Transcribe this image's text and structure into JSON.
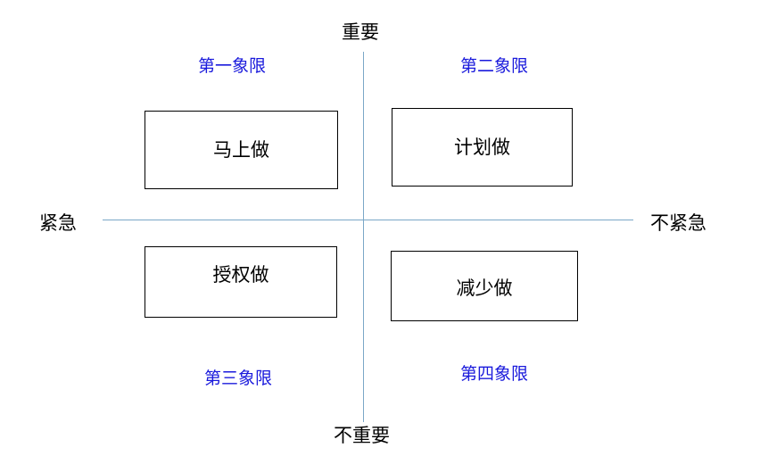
{
  "axes": {
    "top": "重要",
    "bottom": "不重要",
    "left": "紧急",
    "right": "不紧急"
  },
  "quadrants": {
    "q1": {
      "label": "第一象限",
      "action": "马上做"
    },
    "q2": {
      "label": "第二象限",
      "action": "计划做"
    },
    "q3": {
      "label": "第三象限",
      "action": "授权做"
    },
    "q4": {
      "label": "第四象限",
      "action": "减少做"
    }
  },
  "colors": {
    "axis_line": "#7aa7c7",
    "quadrant_label": "#1a1adc",
    "text": "#000000"
  }
}
